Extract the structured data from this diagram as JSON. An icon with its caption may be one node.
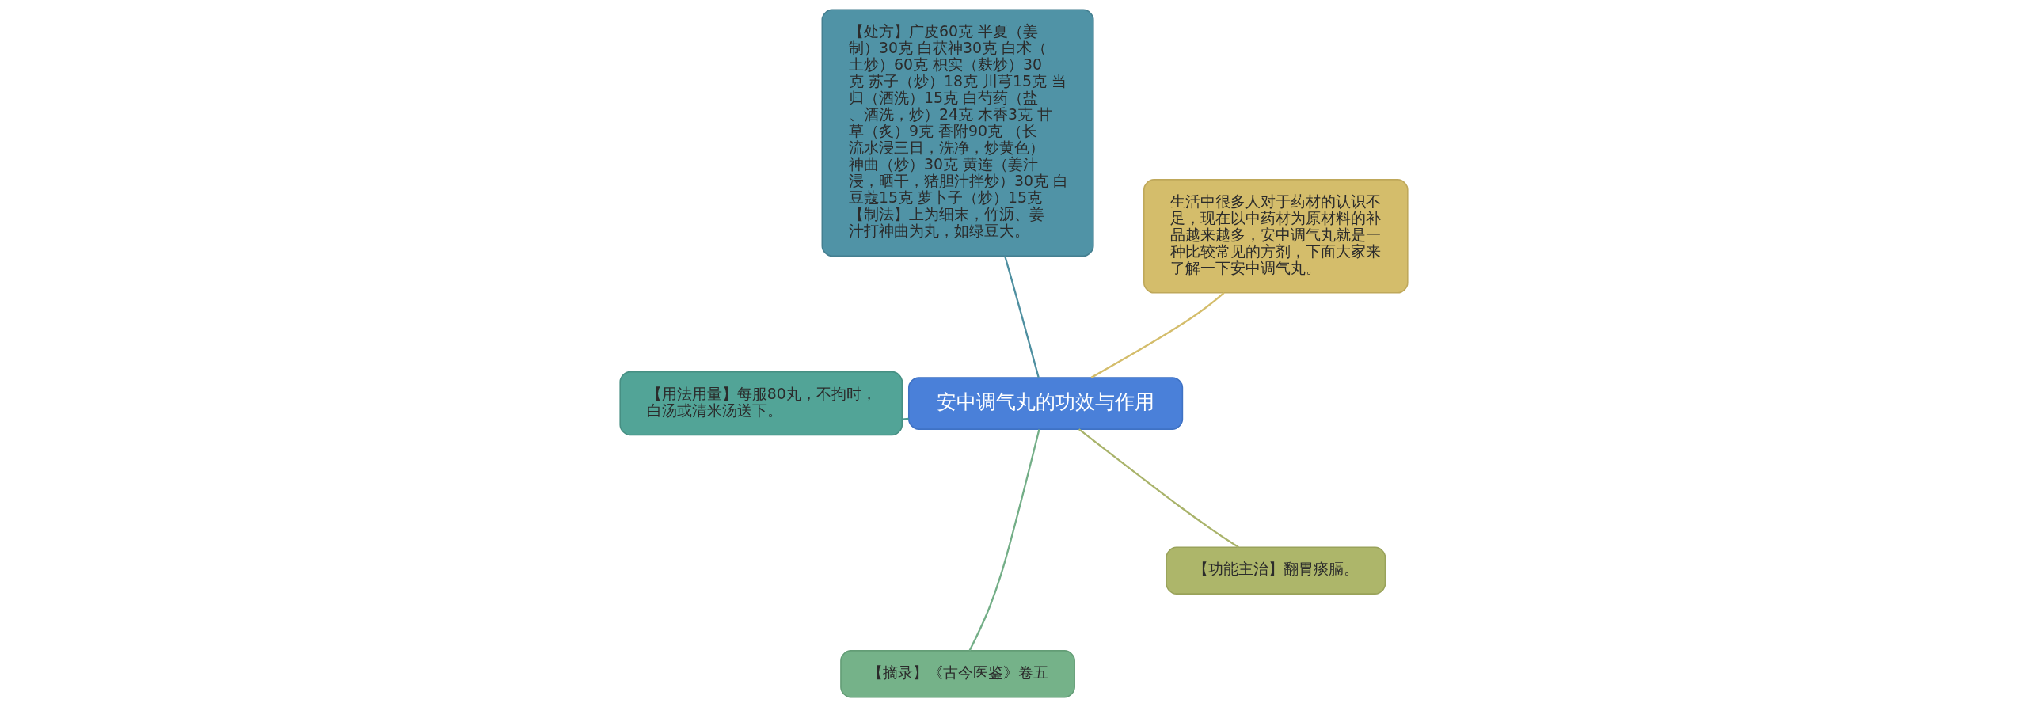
{
  "diagram": {
    "nodes": [
      {
        "text": [
          "安中调气丸的功效与作用"
        ]
      },
      {
        "text": [
          "生活中很多人对于药材的认识不足，现在以中药材为原材料的补品越来越多，安中调气丸就是一种比较常见的方剂，下面大家来了解一下安中调气丸。"
        ]
      },
      {
        "text": [
          "【处方】广皮60克 半夏（姜制）30克 白茯神30克 白术（土炒）60克 枳实（麸炒）30克 苏子（炒）18克 川芎15克 当归（酒洗）15克 白芍药（盐、酒洗，炒）24克 木香3克 甘草（炙）9克 香附90克 （长流水浸三日，洗净，炒黄色）神曲（炒）30克 黄连（姜汁浸，晒干，猪胆汁拌炒）30克 白豆蔻15克 萝卜子（炒）15克【制法】上为细末，竹沥、姜汁打神曲为丸，如绿豆大。"
        ]
      },
      {
        "text": [
          "【用法用量】每服80丸，不拘时，白汤或清米汤送下。"
        ]
      },
      {
        "text": [
          "【摘录】《古今医鉴》卷五"
        ]
      },
      {
        "text": [
          "【功能主治】翻胃痰膈。"
        ]
      }
    ],
    "edges": [
      {
        "from": 0,
        "to": 1,
        "arrow": "none",
        "color": "#d4bd6b"
      },
      {
        "from": 0,
        "to": 2,
        "arrow": "none",
        "color": "#4e8fa0"
      },
      {
        "from": 0,
        "to": 3,
        "arrow": "none",
        "color": "#4c9a90"
      },
      {
        "from": 0,
        "to": 4,
        "arrow": "none",
        "color": "#73ae87"
      },
      {
        "from": 0,
        "to": 5,
        "arrow": "none",
        "color": "#a9b36a"
      }
    ]
  }
}
